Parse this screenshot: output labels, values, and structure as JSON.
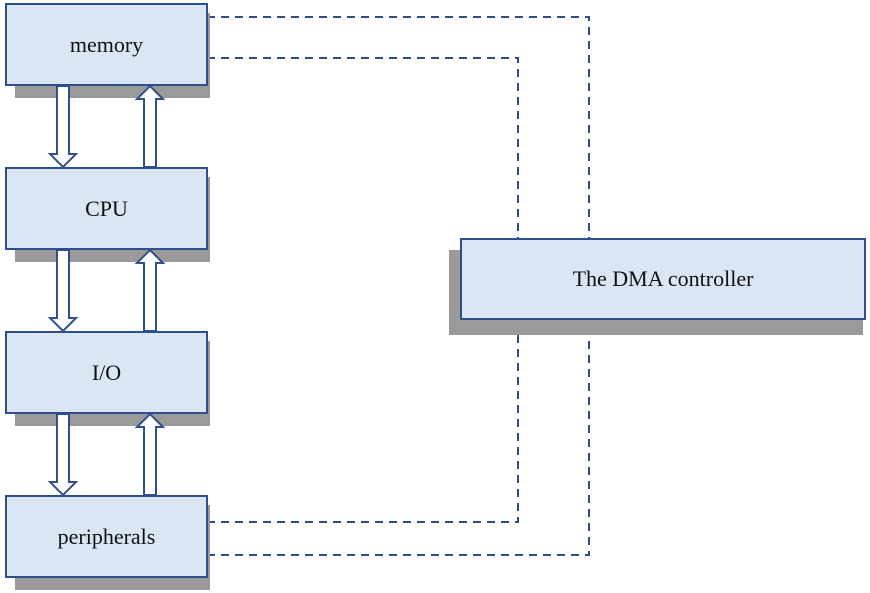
{
  "boxes": {
    "memory": "memory",
    "cpu": "CPU",
    "io": "I/O",
    "peripherals": "peripherals",
    "dma": "The DMA controller"
  },
  "colors": {
    "box_fill": "#dae6f4",
    "box_border": "#2f4f8a",
    "arrow": "#2f4f8a",
    "dashed_line": "#2f4f8a",
    "shadow": "#9a9a9a"
  }
}
